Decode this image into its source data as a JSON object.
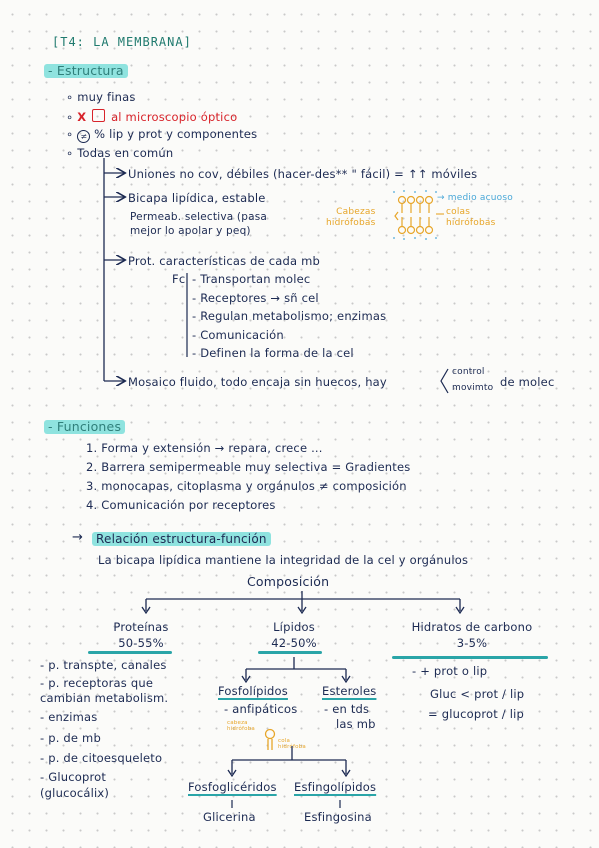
{
  "title": "[T4: LA MEMBRANA]",
  "estructura": {
    "heading": "- Estructura",
    "bullets": [
      {
        "dot": "∘",
        "text": "muy finas"
      },
      {
        "dot": "∘",
        "x": "X",
        "rest": "al microscopio óptico"
      },
      {
        "dot": "∘",
        "text": "% lip y prot y componentes"
      },
      {
        "dot": "∘",
        "text": "Todas en común"
      }
    ],
    "arrow_items": [
      "Uniones no cov, débiles (hacer-des** \" fácil) = ↑↑ móviles",
      "Bicapa lipídica, estable",
      "Permeab. selectiva (pasa",
      "mejor lo apolar y peq)",
      "Prot. características de cada mb",
      "Mosaico fluido, todo encaja sin huecos, hay"
    ],
    "bilayer": {
      "left_line1": "Cabezas",
      "left_line2": "hidrófobas",
      "right_top": "→ medio acuoso",
      "right_line1": "colas",
      "right_line2": "hidrófobas"
    },
    "fc_label": "Fc",
    "prot_functions": [
      "- Transportan molec",
      "- Receptores → sñ cel",
      "- Regulan metabolismo; enzimas",
      "- Comunicación",
      "- Definen la forma de la cel"
    ],
    "mosaico": {
      "control": "control",
      "movimiento": "movimto",
      "tail": "de molec"
    }
  },
  "funciones": {
    "heading": "- Funciones",
    "items": [
      "1. Forma y extensión → repara, crece ...",
      "2. Barrera semipermeable muy selectiva = Gradientes",
      "3. monocapas, citoplasma y orgánulos ≠ composición",
      "4. Comunicación por receptores"
    ]
  },
  "relacion": {
    "heading": "Relación estructura-función",
    "arrow": "→",
    "text": "La bicapa lipídica mantiene la integridad de la cel y orgánulos"
  },
  "composicion": {
    "title": "Composición",
    "proteinas": {
      "name": "Proteínas",
      "pct": "50-55%",
      "items": [
        "- p. transpte, canales",
        "- p. receptoras que",
        "  cambian metabolism.",
        "- enzimas",
        "- p. de mb",
        "- p. de citoesqueleto",
        "- Glucoprot",
        "  (glucocálix)"
      ]
    },
    "lipidos": {
      "name": "Lípidos",
      "pct": "42-50%",
      "fosfolipidos": "Fosfolípidos",
      "anfipaticos": "- anfipáticos",
      "mini_cabeza_1": "cabeza",
      "mini_cabeza_2": "hidrófoba",
      "mini_cola_1": "cola",
      "mini_cola_2": "hidrófoba",
      "esteroles": "Esteroles",
      "esteroles_detail1": "- en tds",
      "esteroles_detail2": "las mb",
      "fosfogliceridos": "Fosfoglicéridos",
      "glicerina": "Glicerina",
      "esfingolipidos": "Esfingolípidos",
      "esfingosina": "Esfingosina"
    },
    "hidratos": {
      "name": "Hidratos de carbono",
      "pct": "3-5%",
      "items": [
        "- + prot o lip",
        "Gluc < prot / lip",
        "= glucoprot / lip"
      ]
    }
  }
}
